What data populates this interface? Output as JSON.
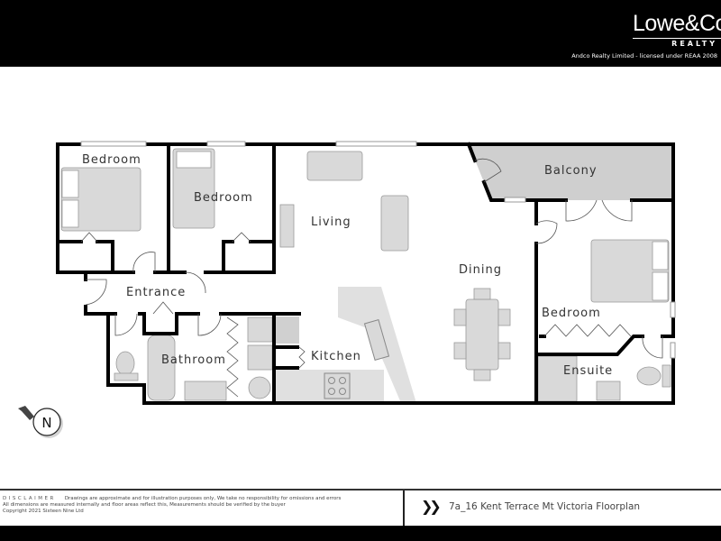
{
  "header": {
    "logo_text": "Lowe&Co",
    "logo_subtext": "REALTY",
    "license_text": "Andco Realty Limited - licensed under REAA 2008"
  },
  "plan": {
    "rooms": {
      "bedroom1": "Bedroom",
      "bedroom2": "Bedroom",
      "living": "Living",
      "balcony": "Balcony",
      "dining": "Dining",
      "entrance": "Entrance",
      "bedroom3": "Bedroom",
      "bathroom": "Bathroom",
      "kitchen": "Kitchen",
      "ensuite": "Ensuite"
    },
    "compass_label": "N",
    "colors": {
      "wall": "#000000",
      "fixture": "#d9d9d9",
      "balcony": "#cfcfcf"
    }
  },
  "footer": {
    "disclaimer_title": "DISCLAIMER",
    "disclaimer_line1": "Drawings are approximate and for illustration purposes only, We take no responsibility for omissions and errors",
    "disclaimer_line2": "All dimensions are measured internally and floor areas reflect this, Measurements should be verified by the buyer",
    "disclaimer_line3": "Copyright 2021 Sixteen Nine Ltd",
    "chevron_icon": "double-chevron-right",
    "title": "7a_16 Kent Terrace Mt Victoria Floorplan"
  }
}
